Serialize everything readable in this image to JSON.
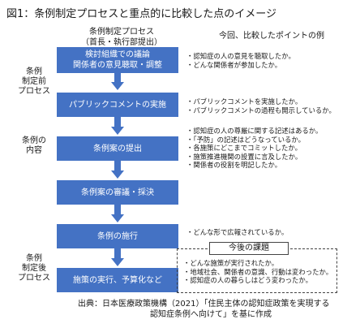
{
  "title": "図1：条例制定プロセスと重点的に比較した点のイメージ",
  "left_header": {
    "line1": "条例制定プロセス",
    "line2": "（首長・執行部提出）"
  },
  "right_header": "今回、比較したポイントの例",
  "stages": {
    "before": [
      "条例",
      "制定前",
      "プロセス"
    ],
    "content": [
      "条例の",
      "内容"
    ],
    "after": [
      "条例",
      "制定後",
      "プロセス"
    ]
  },
  "steps": [
    {
      "lines": [
        "検討組織での議論",
        "関係者の意見聴取・調整"
      ]
    },
    {
      "lines": [
        "パブリックコメントの実施"
      ]
    },
    {
      "lines": [
        "条例案の提出"
      ]
    },
    {
      "lines": [
        "条例案の審議・採決"
      ]
    },
    {
      "lines": [
        "条例の施行"
      ]
    },
    {
      "lines": [
        "施策の実行、予算化など"
      ]
    }
  ],
  "bullets": {
    "g1": [
      "・認知症の人の意見を聴取したか。",
      "・どんな関係者が参加したか。"
    ],
    "g2": [
      "・パブリックコメントを実施したか。",
      "・パブリックコメントの過程も開示しているか。"
    ],
    "g3": [
      "・認知症の人の尊厳に関する記述はあるか。",
      "・「予防」の記述はどうなっているか。",
      "・各施策にどこまでコミットしたか。",
      "・施策推進機関の設置に言及したか。",
      "・関係者の役割を明記したか。"
    ],
    "g4": [
      "・どんな形で広報されているか。"
    ],
    "g5": [
      "・どんな施策が実行されたか。",
      "・地域社会、関係者の意識、行動は変わったか。",
      "・認知症の人の暮らしはどう変わったか。"
    ]
  },
  "future_title": "今後の課題",
  "source": {
    "line1": "出典：日本医療政策機構（2021）「住民主体の認知症政策を実現する",
    "line2": "認知症条例へ向けて」を基に作成"
  },
  "colors": {
    "box": "#4472c4",
    "box_text": "#ffffff"
  }
}
